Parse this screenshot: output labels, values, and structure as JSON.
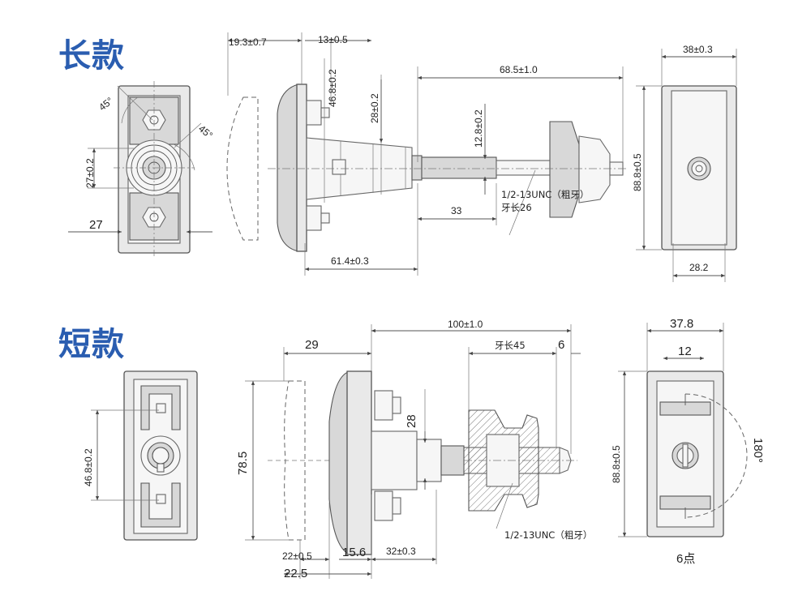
{
  "sections": {
    "long_title": "长款",
    "short_title": "短款"
  },
  "long": {
    "dims": {
      "d1": "19.3±0.7",
      "d2": "13±0.5",
      "d3": "46.8±0.2",
      "d4": "28±0.2",
      "d5": "68.5±1.0",
      "d6": "12.8±0.2",
      "d7": "33",
      "d8": "61.4±0.3",
      "d9": "27±0.2",
      "d10": "27",
      "d11": "38±0.3",
      "d12": "88.8±0.5",
      "d13": "28.2",
      "angle1": "45°",
      "angle2": "45°"
    },
    "thread_note": "1/2-13UNC（粗牙）",
    "thread_length": "牙长26"
  },
  "short": {
    "dims": {
      "d1": "100±1.0",
      "d2": "牙长45",
      "d3": "6",
      "d4": "29",
      "d5": "28",
      "d6": "78.5",
      "d7": "46.8±0.2",
      "d8": "22±0.5",
      "d9": "15.6",
      "d10": "32±0.3",
      "d11": "22.5",
      "d12": "37.8",
      "d13": "12",
      "d14": "88.8±0.5",
      "d15": "180°",
      "d16": "6点"
    },
    "thread_note": "1/2-13UNC（粗牙）"
  },
  "colors": {
    "title": "#2a5db0",
    "line": "#555555",
    "fill": "#e9e9e9"
  }
}
